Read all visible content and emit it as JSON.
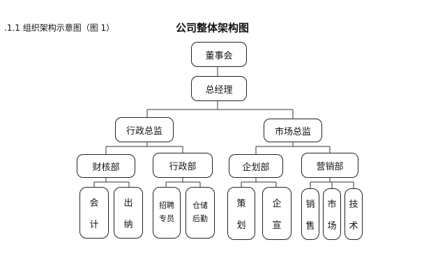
{
  "header": {
    "caption": ".1.1  组织架构示意图（图 1）",
    "title": "公司整体架构图"
  },
  "org": {
    "board": "董事会",
    "gm": "总经理",
    "admin_director": "行政总监",
    "market_director": "市场总监",
    "finance_dept": "财核部",
    "admin_dept": "行政部",
    "planning_dept": "企划部",
    "sales_dept": "营销部",
    "accounting": [
      "会",
      "计"
    ],
    "cashier": [
      "出",
      "纳"
    ],
    "recruiter": [
      "招聘",
      "专员"
    ],
    "logistics": [
      "仓储",
      "后勤"
    ],
    "strategy": [
      "策",
      "划"
    ],
    "enterprise": [
      "企",
      "宣"
    ],
    "sales": [
      "销",
      "售"
    ],
    "market": [
      "市",
      "场"
    ],
    "tech": [
      "技",
      "术"
    ]
  }
}
